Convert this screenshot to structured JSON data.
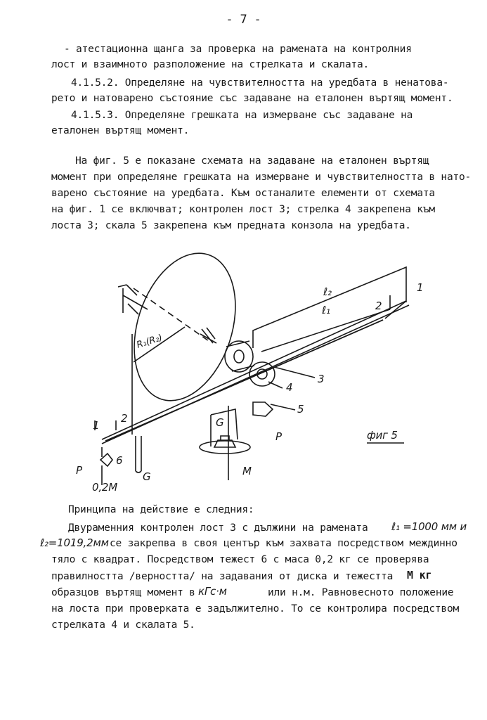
{
  "page_number": "- 7 -",
  "paragraphs": [
    "- атестационна щанга за проверка на рамената на контролния",
    "лост и взаимното разположение на стрелката и скалата.",
    "4.1.5.2. Определяне на чувствителността на уредбата в ненатова-",
    "рето и натоварено състояние със задаване на еталонен въртящ момент.",
    "4.1.5.3. Определяне грешката на измерване със задаване на",
    "еталонен въртящ момент.",
    "На фиг. 5 е показане схемата на задаване на  еталонен въртящ",
    "момент при определяне грешката на измерване и чувствителността в нато-",
    "варено състояние на уредбата. Към останалите елементи от схемата",
    "на фиг. 1 се включват; контролен лост 3; стрелка 4 закрепена към",
    "лоста 3; скала 5 закрепена към предната конзола на уредбата."
  ],
  "figure": {
    "caption": "фиг 5",
    "labels": {
      "l2": "ℓ₂",
      "l1": "ℓ₁",
      "n1_right": "1",
      "n2_right": "2",
      "n3": "3",
      "n4": "4",
      "n5": "5",
      "radius": "R₁(R₂)",
      "n1_left": "1",
      "n2_left": "2",
      "n6": "6",
      "p_left": "P",
      "weight_left": "0,2M",
      "g_left": "G",
      "g_mid": "G",
      "p_right": "P",
      "m": "M"
    }
  },
  "principle": {
    "heading": "Принципа на действие  е следния:",
    "lines": [
      "Двураменния контролен лост 3 с дължини на рамената",
      "се закрепва в своя център към захвата посредством междинно",
      "тяло с квадрат. Посредством тежест 6 с маса 0,2 кг се проверява",
      "правилността /верността/ на задавания от диска и тежестта",
      "образцов въртящ момент в",
      "или н.м. Равновесното положение",
      "на лоста при проверката е задължително. То се контролира посредством",
      "стрелката 4 и скалата 5."
    ],
    "handwritten": {
      "l1_value": "ℓ₁ =1000 мм и",
      "l2_value": "ℓ₂=1019,2мм",
      "mass": "М кг",
      "unit": "кГс·м"
    }
  }
}
